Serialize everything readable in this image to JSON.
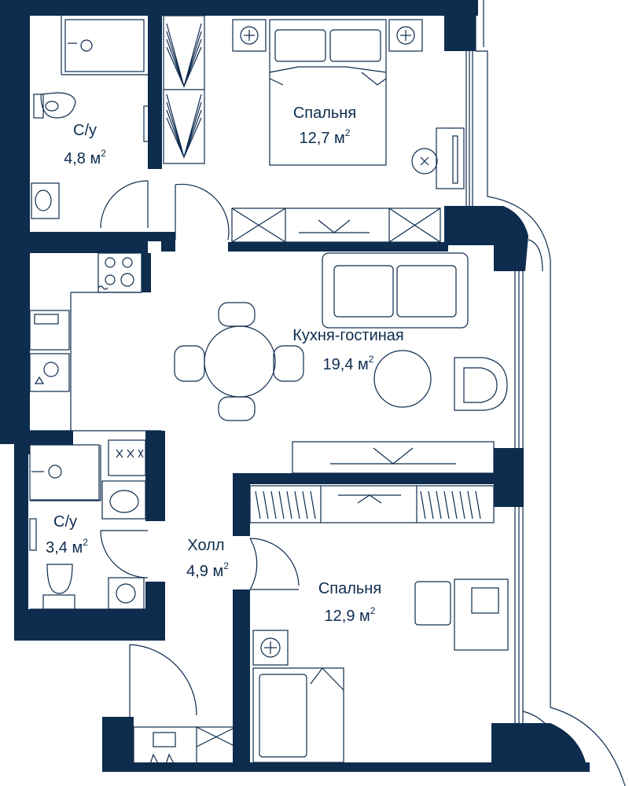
{
  "rooms": [
    {
      "id": "bathroom-1",
      "name": "С/у",
      "area": "4,8 м",
      "sup": "2"
    },
    {
      "id": "bedroom-1",
      "name": "Спальня",
      "area": "12,7 м",
      "sup": "2"
    },
    {
      "id": "kitchen-living",
      "name": "Кухня-гостиная",
      "area": "19,4 м",
      "sup": "2"
    },
    {
      "id": "bathroom-2",
      "name": "С/у",
      "area": "3,4 м",
      "sup": "2"
    },
    {
      "id": "hall",
      "name": "Холл",
      "area": "4,9 м",
      "sup": "2"
    },
    {
      "id": "bedroom-2",
      "name": "Спальня",
      "area": "12,9 м",
      "sup": "2"
    }
  ],
  "colors": {
    "wall": "#0d2c4e",
    "background": "#ffffff"
  }
}
